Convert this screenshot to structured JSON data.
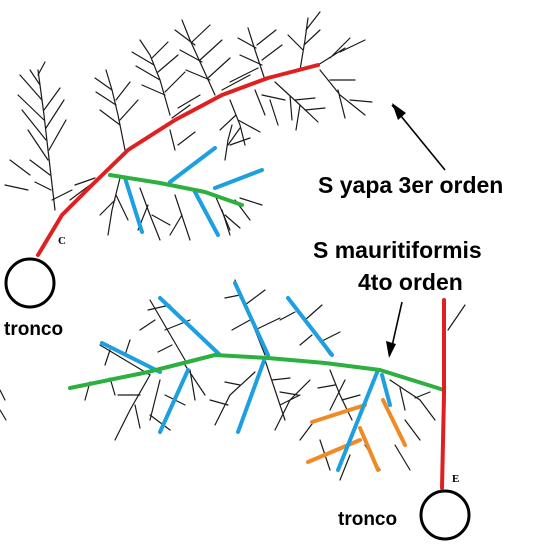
{
  "labels": {
    "s_yapa": "S yapa 3er orden",
    "s_mauritiformis": "S mauritiformis",
    "cuarto_orden": "4to orden",
    "tronco_left": "tronco",
    "tronco_right": "tronco",
    "marker_c": "C",
    "marker_e": "E"
  },
  "colors": {
    "trunk_branch": "#e02020",
    "secondary_branch": "#2db040",
    "tertiary_branch": "#1ea0e0",
    "quaternary_branch": "#f08a24",
    "twigs": "#1a1a1a"
  },
  "icons": {
    "trunk_section": "circle-outline-icon",
    "pointer": "arrow-icon"
  }
}
